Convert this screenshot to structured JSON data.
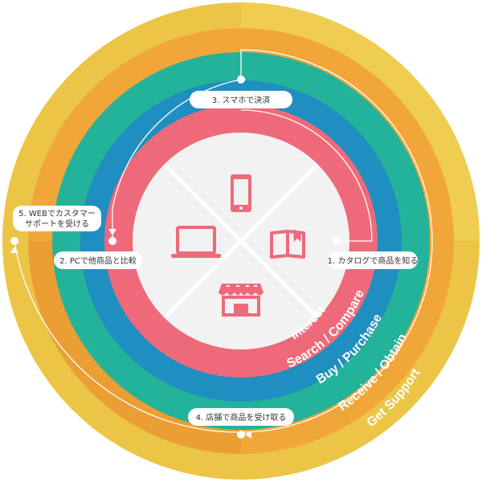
{
  "colors": {
    "ring_outer": "#ecc546",
    "ring_outer_light": "#f3d45a",
    "ring_orange": "#f1a63a",
    "ring_orange_dark": "#e79a2f",
    "ring_teal": "#23b39a",
    "ring_blue": "#1f8ec0",
    "ring_pink": "#ee6a7a",
    "center": "#f2f2f2",
    "center_dark": "#e6e6e6",
    "icon": "#ee6a7a",
    "path_line": "#ffffff",
    "pill_bg": "#ffffff",
    "pill_text": "#333333"
  },
  "ring_labels": {
    "interest": "Interest",
    "search_compare": "Search / Compare",
    "buy_purchase": "Buy / Purchase",
    "receive_obtain": "Receive / Obtain",
    "get_support": "Get Support"
  },
  "steps": {
    "step1": "1. カタログで商品を知る",
    "step2": "2. PCで他商品と比較",
    "step3": "3. スマホで決済",
    "step4": "4. 店舗で商品を受け取る",
    "step5_line1": "5. WEBでカスタマー",
    "step5_line2": "サポートを受ける"
  },
  "icons": {
    "top": "smartphone-icon",
    "left": "laptop-icon",
    "right": "book-icon",
    "bottom": "store-icon"
  }
}
